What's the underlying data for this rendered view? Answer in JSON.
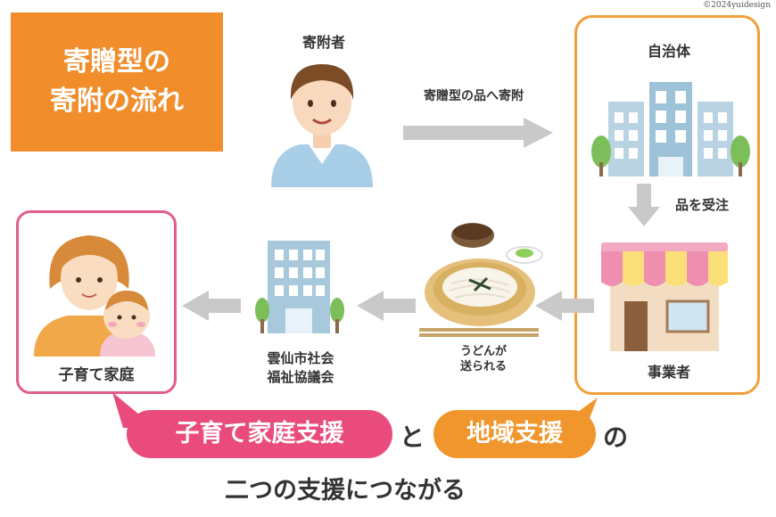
{
  "copyright": "©2024yuidesign",
  "title": {
    "line1": "寄贈型の",
    "line2": "寄附の流れ"
  },
  "donor_label": "寄附者",
  "donate_arrow_label": "寄贈型の品へ寄附",
  "gov_label": "自治体",
  "order_label": "品を受注",
  "business_label": "事業者",
  "udon_label": {
    "line1": "うどんが",
    "line2": "送られる"
  },
  "council_label": {
    "line1": "雲仙市社会",
    "line2": "福祉協議会"
  },
  "family_label": "子育て家庭",
  "bottom": {
    "pill_family": "子育て家庭支援",
    "connector": "と",
    "pill_region": "地域支援",
    "suffix": "の",
    "line2": "二つの支援につながる"
  },
  "colors": {
    "orange": "#f28d2c",
    "pink": "#e94b7c",
    "arrow": "#c9c9c9"
  }
}
